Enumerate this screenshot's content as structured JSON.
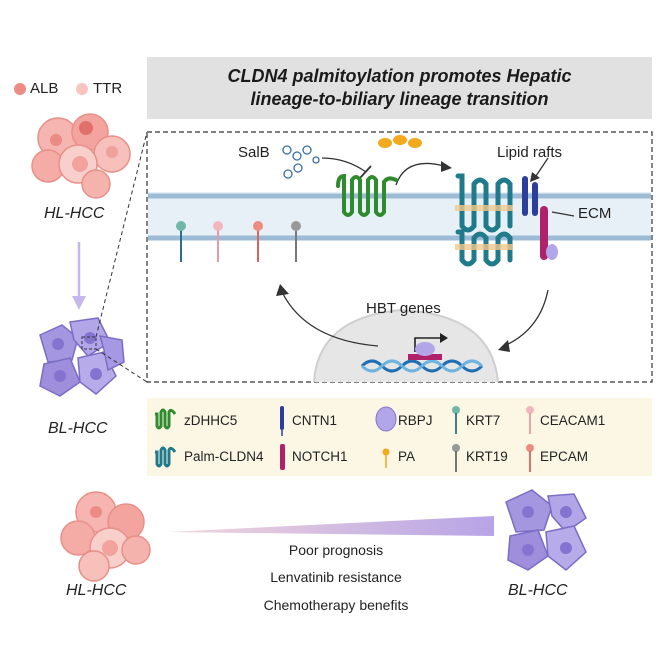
{
  "title": {
    "line1": "CLDN4 palmitoylation promotes Hepatic",
    "line2": "lineage-to-biliary lineage transition"
  },
  "markers": {
    "alb": "ALB",
    "ttr": "TTR"
  },
  "cells": {
    "hl_top": "HL-HCC",
    "bl_top": "BL-HCC",
    "hl_bottom": "HL-HCC",
    "bl_bottom": "BL-HCC"
  },
  "diagram": {
    "salb": "SalB",
    "lipid_rafts": "Lipid rafts",
    "ecm": "ECM",
    "hbt_genes": "HBT genes"
  },
  "legend": {
    "items": [
      {
        "label": "zDHHC5",
        "icon": "zdhhc5-icon"
      },
      {
        "label": "CNTN1",
        "icon": "cntn1-icon"
      },
      {
        "label": "RBPJ",
        "icon": "rbpj-icon"
      },
      {
        "label": "KRT7",
        "icon": "krt7-icon"
      },
      {
        "label": "CEACAM1",
        "icon": "ceacam1-icon"
      },
      {
        "label": "Palm-CLDN4",
        "icon": "palm-cldn4-icon"
      },
      {
        "label": "NOTCH1",
        "icon": "notch1-icon"
      },
      {
        "label": "PA",
        "icon": "pa-icon"
      },
      {
        "label": "KRT19",
        "icon": "krt19-icon"
      },
      {
        "label": "EPCAM",
        "icon": "epcam-icon"
      }
    ]
  },
  "outcomes": {
    "items": [
      "Poor prognosis",
      "Lenvatinib resistance",
      "Chemotherapy benefits"
    ]
  },
  "colors": {
    "hl_cell": "#f4a9a3",
    "bl_cell": "#a99be0",
    "membrane": "#bcd3e6",
    "zdhhc5": "#2e8b2e",
    "cldn4": "#1f7a8c",
    "notch1": "#b0216b",
    "cntn1": "#2c3e9c",
    "pa": "#f2a91c",
    "legend_bg": "#fbf7e4",
    "title_bg": "#e1e1e1"
  }
}
